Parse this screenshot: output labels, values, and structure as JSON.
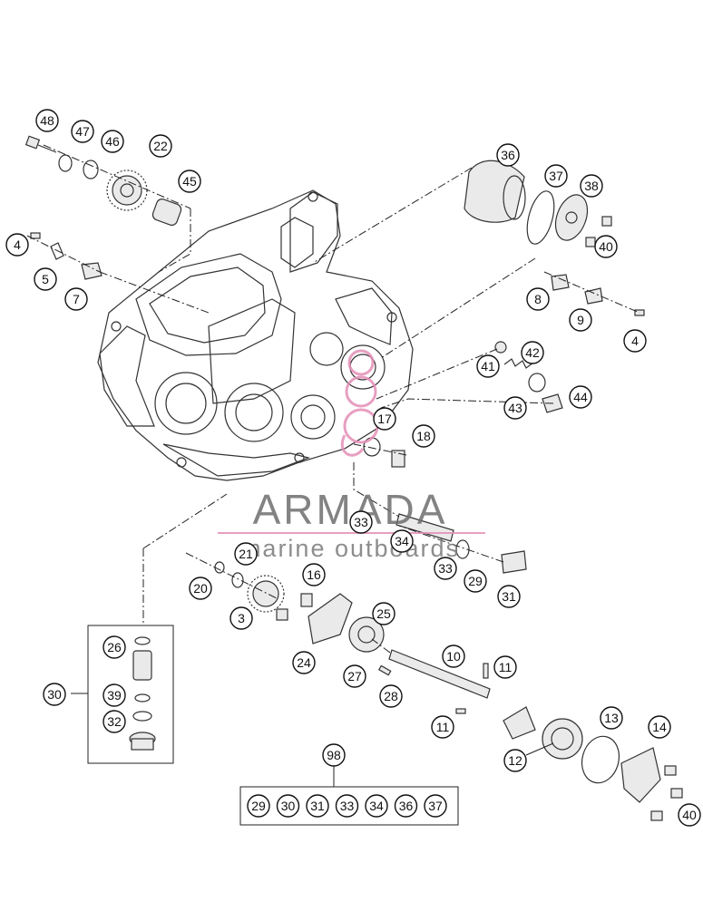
{
  "watermark": {
    "title": "ARMADA",
    "subtitle": "marine outboards"
  },
  "callouts": [
    {
      "id": "c48",
      "label": "48"
    },
    {
      "id": "c47",
      "label": "47"
    },
    {
      "id": "c46",
      "label": "46"
    },
    {
      "id": "c22",
      "label": "22"
    },
    {
      "id": "c45",
      "label": "45"
    },
    {
      "id": "c36",
      "label": "36"
    },
    {
      "id": "c37",
      "label": "37"
    },
    {
      "id": "c38",
      "label": "38"
    },
    {
      "id": "c40a",
      "label": "40"
    },
    {
      "id": "c4a",
      "label": "4"
    },
    {
      "id": "c5",
      "label": "5"
    },
    {
      "id": "c7",
      "label": "7"
    },
    {
      "id": "c8",
      "label": "8"
    },
    {
      "id": "c9",
      "label": "9"
    },
    {
      "id": "c4b",
      "label": "4"
    },
    {
      "id": "c42",
      "label": "42"
    },
    {
      "id": "c41",
      "label": "41"
    },
    {
      "id": "c43",
      "label": "43"
    },
    {
      "id": "c44",
      "label": "44"
    },
    {
      "id": "c17",
      "label": "17"
    },
    {
      "id": "c18",
      "label": "18"
    },
    {
      "id": "c33a",
      "label": "33"
    },
    {
      "id": "c34",
      "label": "34"
    },
    {
      "id": "c33b",
      "label": "33"
    },
    {
      "id": "c29",
      "label": "29"
    },
    {
      "id": "c31",
      "label": "31"
    },
    {
      "id": "c21",
      "label": "21"
    },
    {
      "id": "c16",
      "label": "16"
    },
    {
      "id": "c20",
      "label": "20"
    },
    {
      "id": "c3",
      "label": "3"
    },
    {
      "id": "c25",
      "label": "25"
    },
    {
      "id": "c24",
      "label": "24"
    },
    {
      "id": "c10",
      "label": "10"
    },
    {
      "id": "c11a",
      "label": "11"
    },
    {
      "id": "c27",
      "label": "27"
    },
    {
      "id": "c28",
      "label": "28"
    },
    {
      "id": "c11b",
      "label": "11"
    },
    {
      "id": "c26",
      "label": "26"
    },
    {
      "id": "c30",
      "label": "30"
    },
    {
      "id": "c39",
      "label": "39"
    },
    {
      "id": "c32",
      "label": "32"
    },
    {
      "id": "c13",
      "label": "13"
    },
    {
      "id": "c14",
      "label": "14"
    },
    {
      "id": "c12",
      "label": "12"
    },
    {
      "id": "c40b",
      "label": "40"
    },
    {
      "id": "c98",
      "label": "98"
    }
  ],
  "kit": {
    "label": "98",
    "items": [
      "29",
      "30",
      "31",
      "33",
      "34",
      "36",
      "37"
    ]
  }
}
